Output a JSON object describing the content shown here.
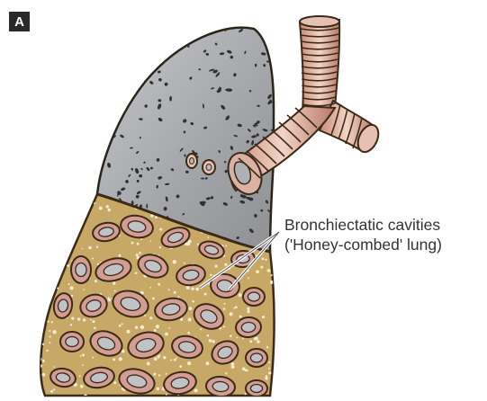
{
  "panel_label": "A",
  "annotation": {
    "line1": "Bronchiectatic cavities",
    "line2": "('Honey-combed' lung)"
  },
  "colors": {
    "upper_lobe_fill": "#a9aaae",
    "upper_lobe_speckle": "#2f3033",
    "lower_lobe_fill": "#c7a867",
    "lower_lobe_dots": "#f4ead2",
    "cavity_wall": "#d49d93",
    "cavity_lumen": "#c0c2c6",
    "bronchus_rings": "#d8a796",
    "outline": "#3a2a17"
  }
}
